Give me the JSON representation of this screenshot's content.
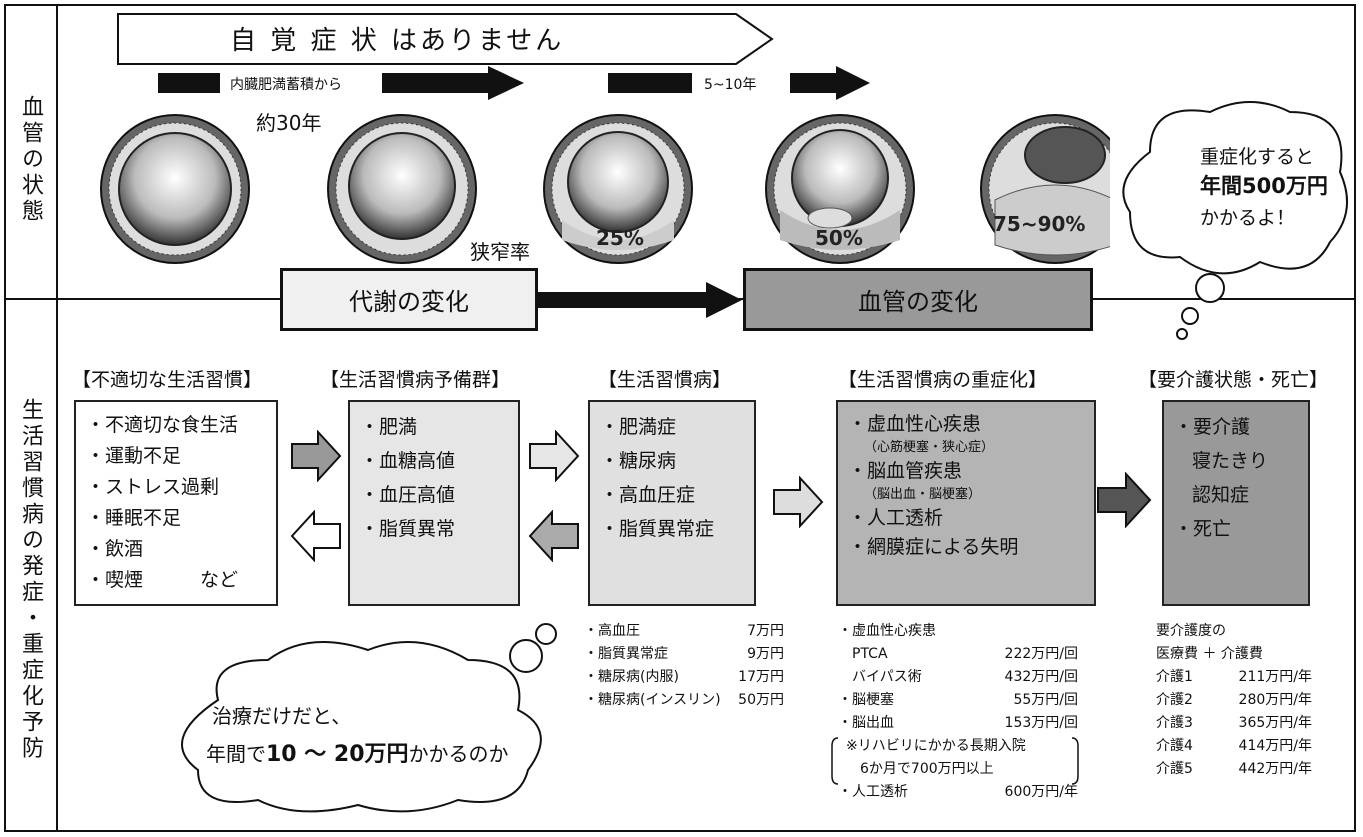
{
  "side_labels": {
    "vessel": "血管の状態",
    "lifestyle": "生活習慣病の発症・重症化予防"
  },
  "banner": {
    "main": "自 覚 症 状 はありません",
    "arrow1": "内臓肥満蓄積から",
    "arrow2": "5~10年",
    "years": "約30年"
  },
  "narrowing": {
    "label": "狭窄率",
    "p1": "25%",
    "p2": "50%",
    "p3": "75~90%"
  },
  "thought_cloud": {
    "line1": "重症化すると",
    "line2": "年間500万円",
    "line3": "かかるよ！"
  },
  "stages": {
    "metabolic": "代謝の変化",
    "vascular": "血管の変化"
  },
  "categories": [
    "【不適切な生活習慣】",
    "【生活習慣病予備群】",
    "【生活習慣病】",
    "【生活習慣病の重症化】",
    "【要介護状態・死亡】"
  ],
  "box1": [
    "・不適切な食生活",
    "・運動不足",
    "・ストレス過剰",
    "・睡眠不足",
    "・飲酒",
    "・喫煙　　　など"
  ],
  "box2": [
    "・肥満",
    "・血糖高値",
    "・血圧高値",
    "・脂質異常"
  ],
  "box3": [
    "・肥満症",
    "・糖尿病",
    "・高血圧症",
    "・脂質異常症"
  ],
  "box4": {
    "l1": "・虚血性心疾患",
    "s1": "（心筋梗塞・狭心症）",
    "l2": "・脳血管疾患",
    "s2": "（脳出血・脳梗塞）",
    "l3": "・人工透析",
    "l4": "・網膜症による失明"
  },
  "box5": [
    "・要介護",
    "寝たきり",
    "認知症",
    "・死亡"
  ],
  "costs3": [
    {
      "name": "・高血圧",
      "val": "7万円"
    },
    {
      "name": "・脂質異常症",
      "val": "9万円"
    },
    {
      "name": "・糖尿病(内服)",
      "val": "17万円"
    },
    {
      "name": "・糖尿病(インスリン)",
      "val": "50万円"
    }
  ],
  "costs4": [
    {
      "name": "・虚血性心疾患",
      "val": ""
    },
    {
      "name": "　PTCA",
      "val": "222万円/回"
    },
    {
      "name": "　バイパス術",
      "val": "432万円/回"
    },
    {
      "name": "・脳梗塞",
      "val": "55万円/回"
    },
    {
      "name": "・脳出血",
      "val": "153万円/回"
    },
    {
      "name": "※リハビリにかかる長期入院",
      "val": ""
    },
    {
      "name": "　6か月で700万円以上",
      "val": ""
    },
    {
      "name": "・人工透析",
      "val": "600万円/年"
    }
  ],
  "costs5": {
    "h1": "要介護度の",
    "h2": "医療費 ＋ 介護費",
    "rows": [
      {
        "name": "介護1",
        "val": "211万円/年"
      },
      {
        "name": "介護2",
        "val": "280万円/年"
      },
      {
        "name": "介護3",
        "val": "365万円/年"
      },
      {
        "name": "介護4",
        "val": "414万円/年"
      },
      {
        "name": "介護5",
        "val": "442万円/年"
      }
    ]
  },
  "bottom_cloud": {
    "line1": "治療だけだと、",
    "line2_a": "年間で",
    "line2_b": "10 ～ 20万円",
    "line2_c": "かかるのか"
  }
}
